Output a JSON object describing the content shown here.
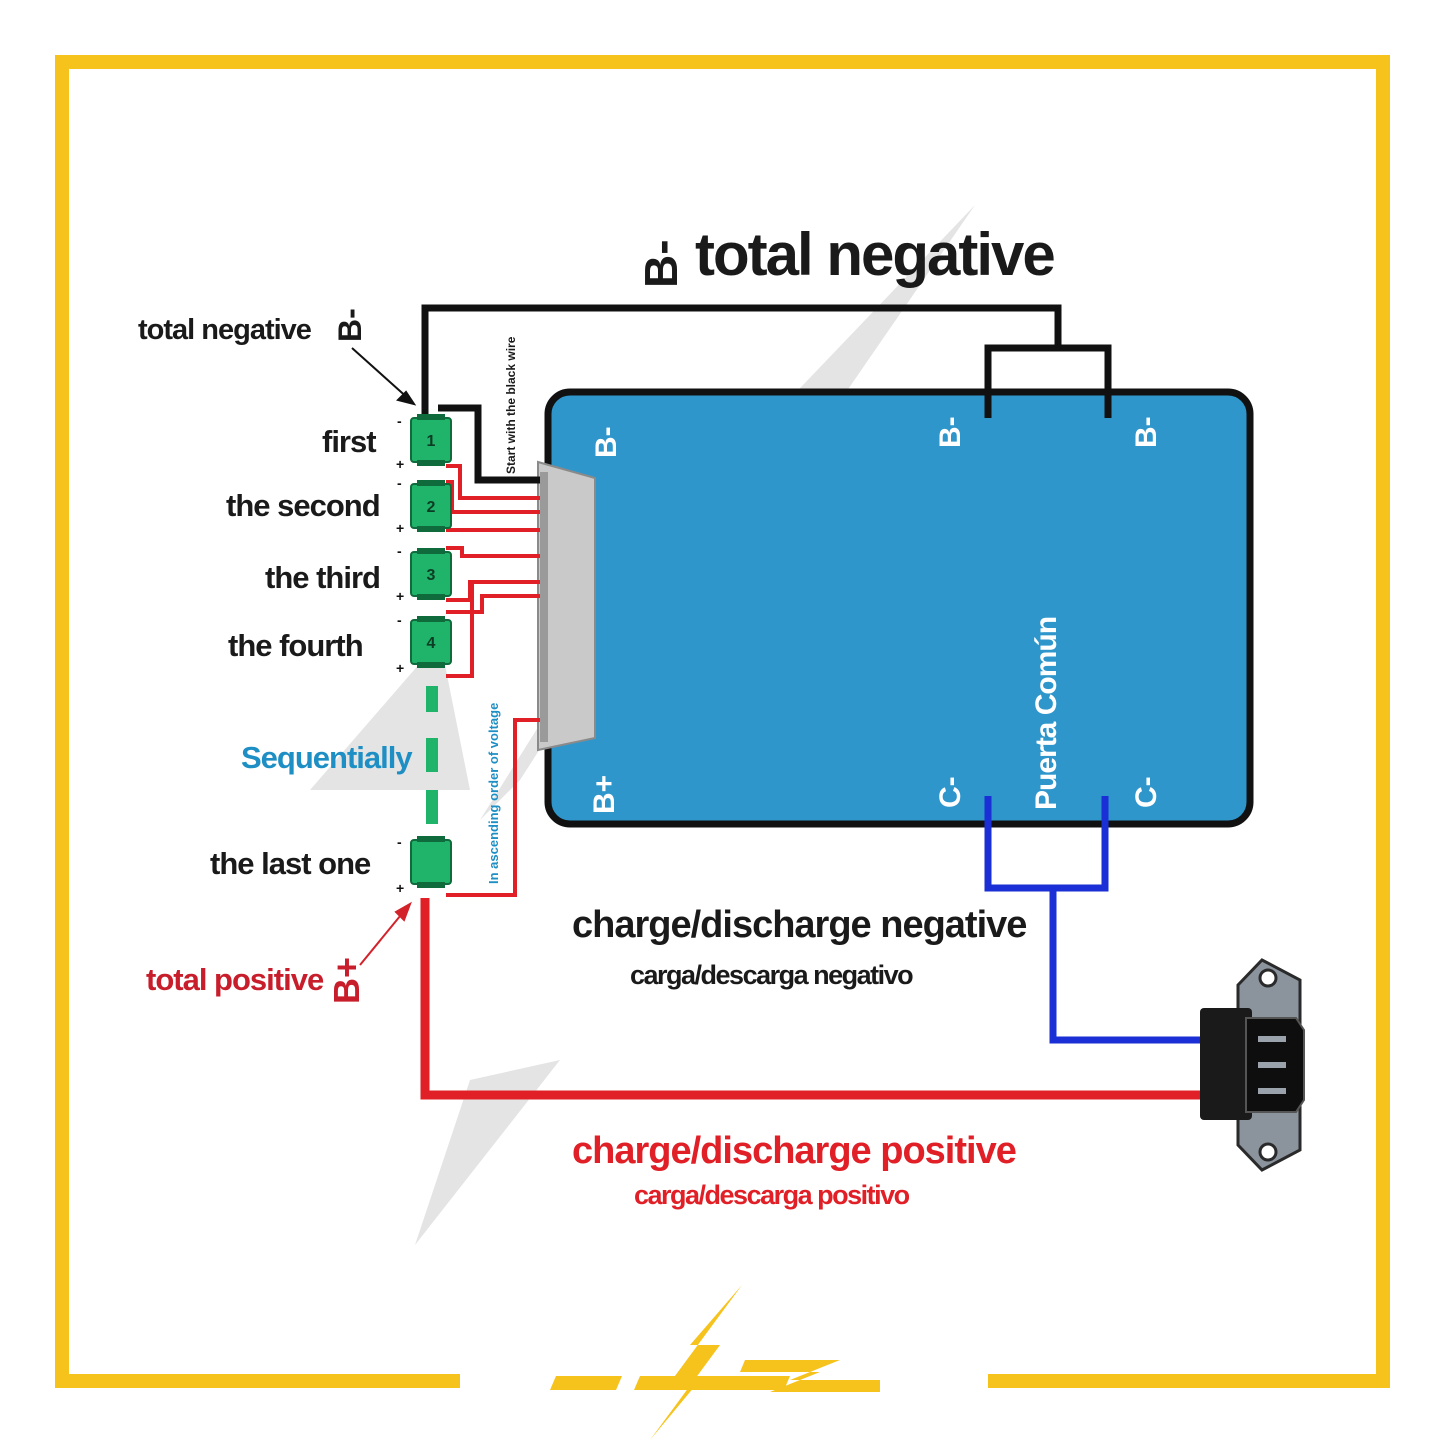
{
  "heading": {
    "main": "total negative",
    "prefix": "B-"
  },
  "left_labels": {
    "total_negative": "total negative",
    "total_negative_symbol": "B-",
    "first": "first",
    "second": "the second",
    "third": "the third",
    "fourth": "the fourth",
    "sequentially": "Sequentially",
    "last": "the last one",
    "total_positive": "total positive",
    "total_positive_symbol": "B+"
  },
  "cells": [
    "1",
    "2",
    "3",
    "4",
    ""
  ],
  "cell_polarity": {
    "neg": "-",
    "pos": "+"
  },
  "notes": {
    "start_black_wire": "Start with the black wire",
    "ascending_order": "In ascending order of voltage"
  },
  "board": {
    "color": "#2f96cc",
    "b_minus_left": "B-",
    "b_minus_top1": "B-",
    "b_minus_top2": "B-",
    "b_plus": "B+",
    "c_minus_1": "C-",
    "c_minus_2": "C-",
    "common_port": "Puerta Común"
  },
  "bottom": {
    "neg_en": "charge/discharge negative",
    "neg_es": "carga/descarga negativo",
    "pos_en": "charge/discharge positive",
    "pos_es": "carga/descarga positivo"
  },
  "colors": {
    "frame": "#f6c21c",
    "wire_black": "#111111",
    "wire_red": "#e01f26",
    "wire_blue": "#1b2fd6",
    "cell_green": "#20b36a"
  }
}
